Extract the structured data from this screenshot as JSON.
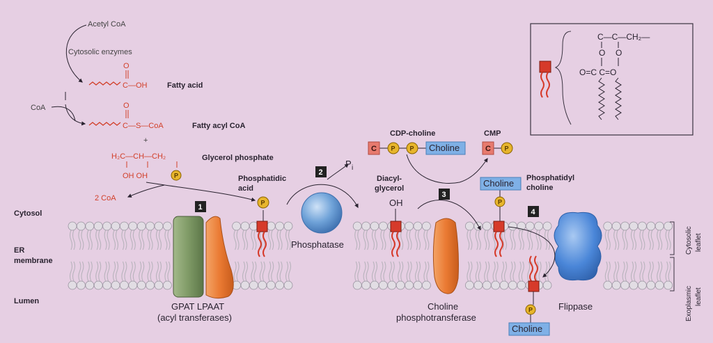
{
  "synthesis": {
    "acetyl_coa": "Acetyl CoA",
    "cytosolic_enzymes": "Cytosolic enzymes",
    "fatty_acid_chain_end": "C—OH",
    "fatty_acid_label": "Fatty acid",
    "coa_input": "CoA",
    "fatty_acyl_chain_end": "C—S—CoA",
    "fatty_acyl_label": "Fatty acyl CoA",
    "plus": "+",
    "glycerol_top": "H₂C—CH—CH₂",
    "glycerol_oh": "OH  OH",
    "glycerol_label": "Glycerol phosphate",
    "two_coa": "2 CoA",
    "carbonyl_o": "O"
  },
  "steps": [
    "1",
    "2",
    "3",
    "4"
  ],
  "intermediates": {
    "phosphatidic_acid": [
      "Phosphatidic",
      "acid"
    ],
    "pi": "P",
    "pi_sub": "i",
    "diacylglycerol": [
      "Diacyl-",
      "glycerol"
    ],
    "oh": "OH",
    "cdp_choline_label": "CDP-choline",
    "cmp_label": "CMP",
    "phosphatidyl_choline": [
      "Phosphatidyl",
      "choline"
    ],
    "c_letter": "C",
    "p_letter": "P",
    "choline": "Choline"
  },
  "compartments": {
    "cytosol": "Cytosol",
    "er_membrane": [
      "ER",
      "membrane"
    ],
    "lumen": "Lumen",
    "cytosolic_leaflet": [
      "Cytosolic",
      "leaflet"
    ],
    "exoplasmic_leaflet": [
      "Exoplasmic",
      "leaflet"
    ]
  },
  "enzymes": {
    "gpat_lpaat": "GPAT  LPAAT",
    "acyl_transferases": "(acyl transferases)",
    "phosphatase": "Phosphatase",
    "choline_phosphotransferase": [
      "Choline",
      "phosphotransferase"
    ],
    "flippase": "Flippase"
  },
  "inset": {
    "backbone": "C—C—CH₂—",
    "o1": "O",
    "o2": "O",
    "carbonyls": "O=C     C=O"
  },
  "colors": {
    "background": "#e6cfe3",
    "lipid_red": "#d2402a",
    "phosphate_yellow": "#e7b52c",
    "choline_blue": "#7fb0e6",
    "phosphatase_blue": "#5f95cf",
    "gpat_green": "#7f9a66",
    "lpaat_orange": "#ea7a33",
    "flippase_blue": "#4a86d8",
    "step_box": "#222222"
  }
}
